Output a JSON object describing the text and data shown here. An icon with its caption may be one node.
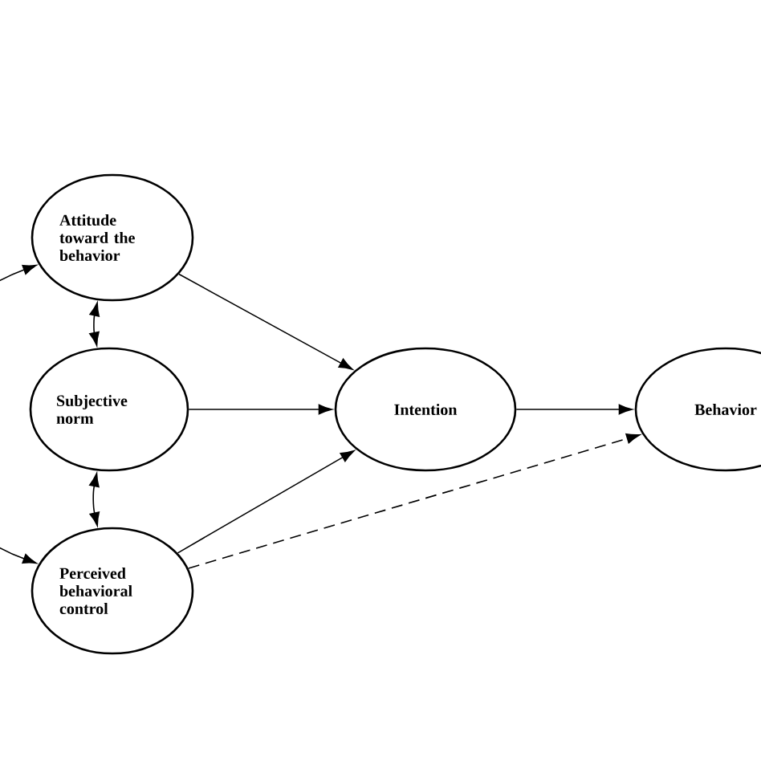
{
  "diagram": {
    "nodes": [
      {
        "text": [
          "Attitude toward the behavior"
        ]
      },
      {
        "text": [
          "Subjective norm"
        ]
      },
      {
        "text": [
          "Intention"
        ]
      },
      {
        "text": [
          "Behavior"
        ]
      },
      {
        "text": [
          "Perceived behavioral control"
        ]
      }
    ],
    "edges": [
      {
        "from": 0,
        "to": 1,
        "arrow": "both"
      },
      {
        "from": 1,
        "to": 4,
        "arrow": "both"
      },
      {
        "from": 0,
        "to": 4,
        "arrow": "both"
      },
      {
        "from": 0,
        "to": 2,
        "arrow": "to"
      },
      {
        "from": 1,
        "to": 2,
        "arrow": "to"
      },
      {
        "from": 4,
        "to": 2,
        "arrow": "to"
      },
      {
        "from": 2,
        "to": 3,
        "arrow": "to"
      },
      {
        "from": 4,
        "to": 3,
        "arrow": "to",
        "style": "dashed"
      }
    ]
  }
}
